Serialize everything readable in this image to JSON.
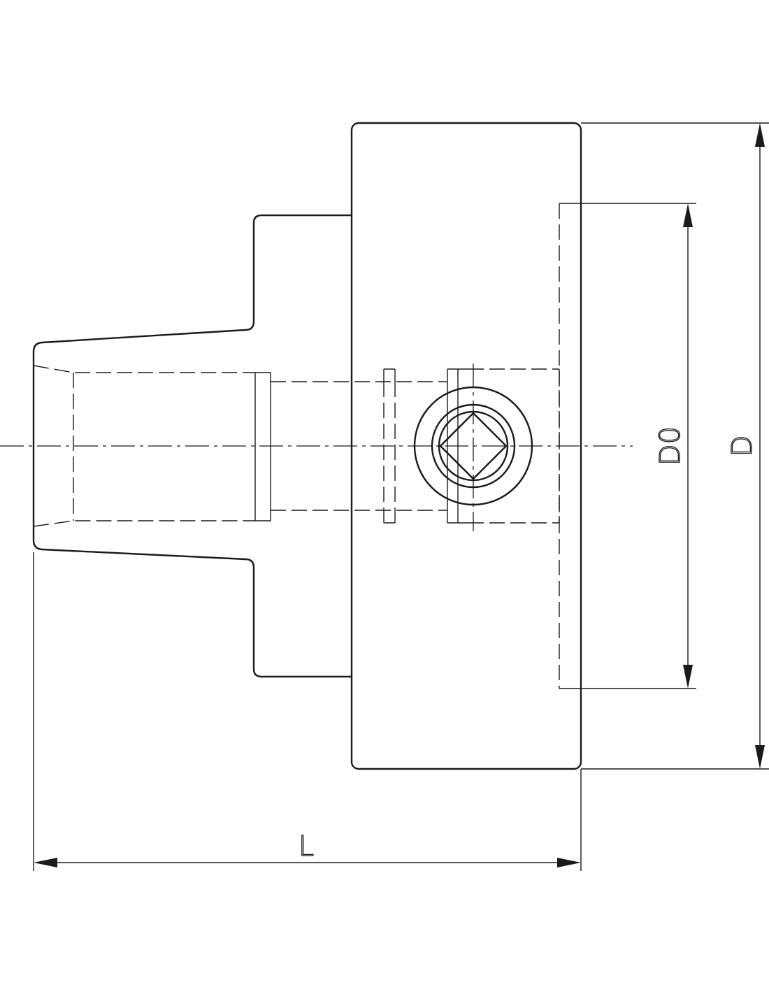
{
  "drawing": {
    "dimensions": {
      "overall_diameter_label": "D",
      "inner_diameter_label": "D0",
      "length_label": "L"
    },
    "line_color": "#1a1a1a",
    "background_color": "#ffffff"
  }
}
